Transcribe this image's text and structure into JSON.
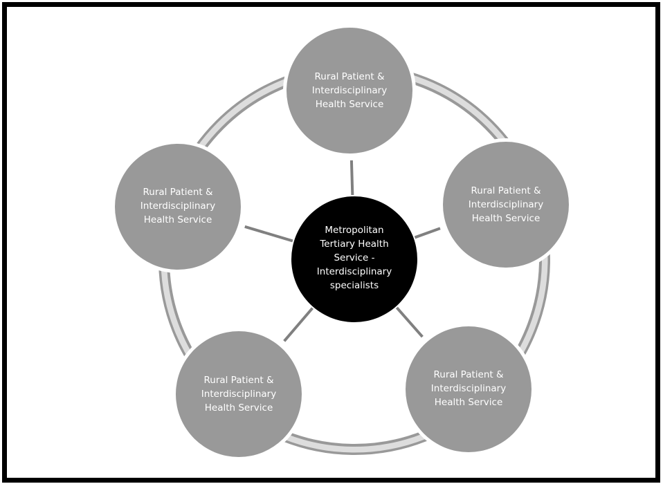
{
  "diagram": {
    "title": "",
    "hub": {
      "lines": [
        "Metropolitan",
        "Tertiary Health",
        "Service -",
        "Interdisciplinary",
        "specialists"
      ],
      "fill": "#000000",
      "text_color": "#ffffff"
    },
    "satellites": [
      {
        "id": "top",
        "lines": [
          "Rural Patient &",
          "Interdisciplinary",
          "Health Service"
        ]
      },
      {
        "id": "right",
        "lines": [
          "Rural Patient &",
          "Interdisciplinary",
          "Health Service"
        ]
      },
      {
        "id": "bottom-right",
        "lines": [
          "Rural Patient &",
          "Interdisciplinary",
          "Health Service"
        ]
      },
      {
        "id": "bottom-left",
        "lines": [
          "Rural Patient &",
          "Interdisciplinary",
          "Health Service"
        ]
      },
      {
        "id": "left",
        "lines": [
          "Rural Patient &",
          "Interdisciplinary",
          "Health Service"
        ]
      }
    ],
    "colors": {
      "satellite_fill": "#999999",
      "spoke": "#808080",
      "ring_fill": "#dddddd",
      "ring_edge": "#999999",
      "frame": "#000000",
      "background": "#ffffff"
    }
  }
}
